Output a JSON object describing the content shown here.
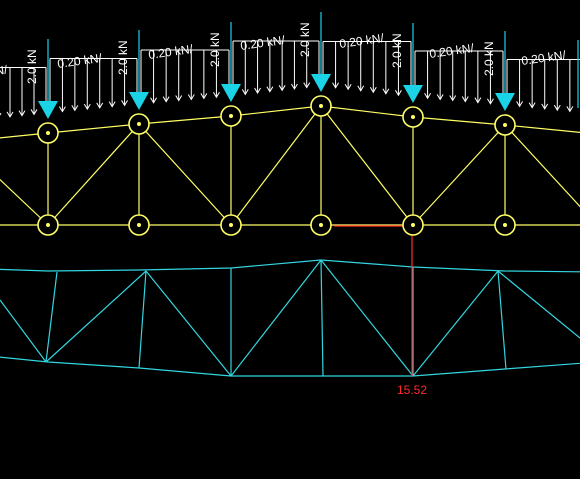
{
  "colors": {
    "background": "#000000",
    "structure": "#ffff66",
    "deformed": "#33d6e0",
    "loads": "#1ad3e6",
    "dist_load": "#ffffff",
    "result": "#ff2a2a"
  },
  "labels": {
    "point_load": "2.0 kN",
    "dist_load": "0.20 kN/",
    "dist_load_partial": "kN/",
    "result_value": "15.52"
  },
  "icons": {
    "node": "node-circle-icon",
    "point_load": "arrow-down-icon"
  }
}
